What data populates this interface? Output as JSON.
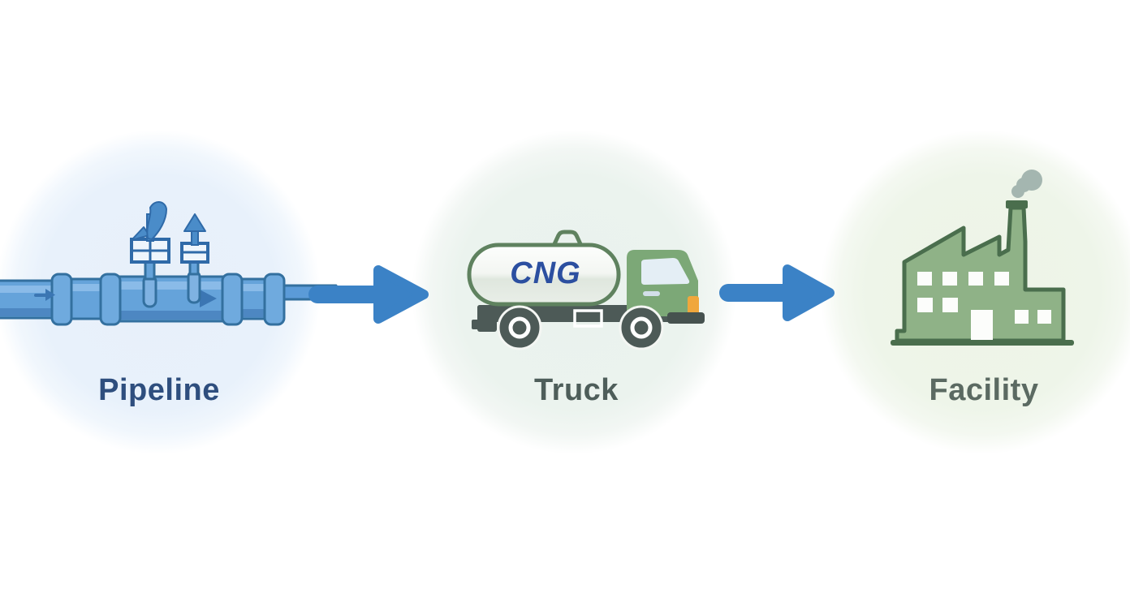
{
  "diagram_type": "process-flow",
  "background_color": "#ffffff",
  "stages": [
    {
      "label": "Pipeline",
      "icon": "pipeline-icon",
      "label_color": "#2e4e7e",
      "circle_color": "#e7f0fa",
      "pipe_color": "#65a3da",
      "pipe_outline_color": "#33709f"
    },
    {
      "label": "Truck",
      "icon": "cng-tanker-truck-icon",
      "tank_text": "CNG",
      "tank_text_color": "#2b4fa0",
      "label_color": "#4e5e5a",
      "circle_color": "#eaf2ed",
      "cab_color": "#7ca877",
      "chassis_color": "#4d5a57",
      "tank_outline_color": "#5f825f",
      "headlight_color": "#f0a73c"
    },
    {
      "label": "Facility",
      "icon": "factory-icon",
      "label_color": "#5b6a62",
      "circle_color": "#edf4e7",
      "building_color": "#8fb287",
      "building_outline_color": "#4a6e4d",
      "smoke_color": "#a4b6b0"
    }
  ],
  "connectors": [
    {
      "from": "Pipeline",
      "to": "Truck",
      "shape": "right-arrow",
      "color": "#3b82c6"
    },
    {
      "from": "Truck",
      "to": "Facility",
      "shape": "right-arrow",
      "color": "#3b82c6"
    }
  ]
}
